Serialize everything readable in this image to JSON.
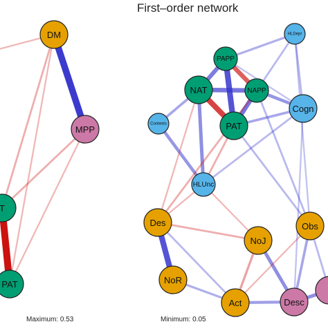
{
  "title": "First–order network",
  "captions": {
    "left_maximum": "Maximum: 0.53",
    "right_minimum": "Minimum: 0.05"
  },
  "colors": {
    "orange": "#E6A100",
    "pink": "#CC79A7",
    "green": "#009E73",
    "blue": "#56B4E9",
    "edge_blue": "#3333CC",
    "edge_red": "#CC1111"
  },
  "nodes": [
    {
      "id": "DM",
      "label": "DM",
      "color": "orange",
      "size": "large"
    },
    {
      "id": "MPP",
      "label": "MPP",
      "color": "pink",
      "size": "large"
    },
    {
      "id": "PAT_L_top",
      "label": "T",
      "color": "green",
      "size": "large"
    },
    {
      "id": "PAT_L",
      "label": "PAT",
      "color": "green",
      "size": "large"
    },
    {
      "id": "PAPP",
      "label": "PAPP",
      "color": "green",
      "size": "medium"
    },
    {
      "id": "NAT",
      "label": "NAT",
      "color": "green",
      "size": "large"
    },
    {
      "id": "NAPP",
      "label": "NAPP",
      "color": "green",
      "size": "medium"
    },
    {
      "id": "PAT",
      "label": "PAT",
      "color": "green",
      "size": "large"
    },
    {
      "id": "HLDepr",
      "label": "HLDepr",
      "color": "blue",
      "size": "small"
    },
    {
      "id": "Cogn",
      "label": "Cogn",
      "color": "blue",
      "size": "large"
    },
    {
      "id": "Contexts",
      "label": "Contexts",
      "color": "blue",
      "size": "small"
    },
    {
      "id": "HLUnc",
      "label": "HLUnc",
      "color": "blue",
      "size": "medium"
    },
    {
      "id": "Des",
      "label": "Des",
      "color": "orange",
      "size": "large"
    },
    {
      "id": "NoR",
      "label": "NoR",
      "color": "orange",
      "size": "large"
    },
    {
      "id": "NoJ",
      "label": "NoJ",
      "color": "orange",
      "size": "large"
    },
    {
      "id": "Obs",
      "label": "Obs",
      "color": "orange",
      "size": "large"
    },
    {
      "id": "Act",
      "label": "Act",
      "color": "orange",
      "size": "large"
    },
    {
      "id": "Desc",
      "label": "Desc",
      "color": "pink",
      "size": "large"
    },
    {
      "id": "PinkEdge",
      "label": "",
      "color": "pink",
      "size": "large"
    }
  ],
  "edges": [
    {
      "a": "DM",
      "b": "MPP",
      "sign": "pos",
      "weight": 0.95
    },
    {
      "a": "DM",
      "b": "PAT_L_top",
      "sign": "neg",
      "weight": 0.2
    },
    {
      "a": "DM",
      "b": "PAT_L",
      "sign": "neg",
      "weight": 0.15
    },
    {
      "a": "MPP",
      "b": "PAT_L_top",
      "sign": "neg",
      "weight": 0.2
    },
    {
      "a": "PAT_L_top",
      "b": "PAT_L",
      "sign": "neg",
      "weight": 1.0
    },
    {
      "a": "PAT_L",
      "b": "MPP",
      "sign": "neg",
      "weight": 0.15
    },
    {
      "a": "LEFT_EDGE",
      "b": "DM",
      "sign": "neg",
      "weight": 0.15
    },
    {
      "a": "PAPP",
      "b": "NAT",
      "sign": "pos",
      "weight": 0.55
    },
    {
      "a": "PAPP",
      "b": "NAPP",
      "sign": "neg",
      "weight": 0.6
    },
    {
      "a": "PAPP",
      "b": "PAT",
      "sign": "pos",
      "weight": 0.8
    },
    {
      "a": "NAT",
      "b": "NAPP",
      "sign": "pos",
      "weight": 0.6
    },
    {
      "a": "NAT",
      "b": "PAT",
      "sign": "neg",
      "weight": 0.75
    },
    {
      "a": "NAPP",
      "b": "PAT",
      "sign": "pos",
      "weight": 0.6
    },
    {
      "a": "NAPP",
      "b": "Cogn",
      "sign": "pos",
      "weight": 0.4
    },
    {
      "a": "PAPP",
      "b": "HLDepr",
      "sign": "pos",
      "weight": 0.25
    },
    {
      "a": "HLDepr",
      "b": "Cogn",
      "sign": "pos",
      "weight": 0.2
    },
    {
      "a": "PAPP",
      "b": "Cogn",
      "sign": "pos",
      "weight": 0.15
    },
    {
      "a": "NAT",
      "b": "Contexts",
      "sign": "pos",
      "weight": 0.3
    },
    {
      "a": "Contexts",
      "b": "HLUnc",
      "sign": "pos",
      "weight": 0.4
    },
    {
      "a": "NAT",
      "b": "HLUnc",
      "sign": "pos",
      "weight": 0.45
    },
    {
      "a": "PAT",
      "b": "HLUnc",
      "sign": "neg",
      "weight": 0.2
    },
    {
      "a": "HLDepr",
      "b": "Obs",
      "sign": "pos",
      "weight": 0.15
    },
    {
      "a": "HLUnc",
      "b": "NoJ",
      "sign": "neg",
      "weight": 0.15
    },
    {
      "a": "Cogn",
      "b": "HLUnc",
      "sign": "pos",
      "weight": 0.2
    },
    {
      "a": "PAT",
      "b": "Cogn",
      "sign": "pos",
      "weight": 0.3
    },
    {
      "a": "NAPP",
      "b": "Des",
      "sign": "neg",
      "weight": 0.2
    },
    {
      "a": "NAPP",
      "b": "Obs",
      "sign": "pos",
      "weight": 0.2
    },
    {
      "a": "Des",
      "b": "NoR",
      "sign": "pos",
      "weight": 0.8
    },
    {
      "a": "Des",
      "b": "NoJ",
      "sign": "neg",
      "weight": 0.2
    },
    {
      "a": "NoJ",
      "b": "Act",
      "sign": "neg",
      "weight": 0.25
    },
    {
      "a": "NoJ",
      "b": "Desc",
      "sign": "pos",
      "weight": 0.45
    },
    {
      "a": "Obs",
      "b": "Desc",
      "sign": "pos",
      "weight": 0.3
    },
    {
      "a": "Obs",
      "b": "Act",
      "sign": "neg",
      "weight": 0.15
    },
    {
      "a": "Act",
      "b": "Desc",
      "sign": "pos",
      "weight": 0.35
    },
    {
      "a": "Desc",
      "b": "PinkEdge",
      "sign": "pos",
      "weight": 0.45
    },
    {
      "a": "NoR",
      "b": "Act",
      "sign": "pos",
      "weight": 0.25
    },
    {
      "a": "Des",
      "b": "Act",
      "sign": "pos",
      "weight": 0.2
    },
    {
      "a": "HLUnc",
      "b": "Des",
      "sign": "neg",
      "weight": 0.15
    },
    {
      "a": "Cogn",
      "b": "Desc",
      "sign": "pos",
      "weight": 0.15
    },
    {
      "a": "PAT",
      "b": "Obs",
      "sign": "pos",
      "weight": 0.2
    },
    {
      "a": "NAT",
      "b": "Des",
      "sign": "neg",
      "weight": 0.15
    },
    {
      "a": "HLDepr",
      "b": "NAPP",
      "sign": "pos",
      "weight": 0.2
    },
    {
      "a": "Obs",
      "b": "PinkEdge",
      "sign": "pos",
      "weight": 0.2
    }
  ]
}
